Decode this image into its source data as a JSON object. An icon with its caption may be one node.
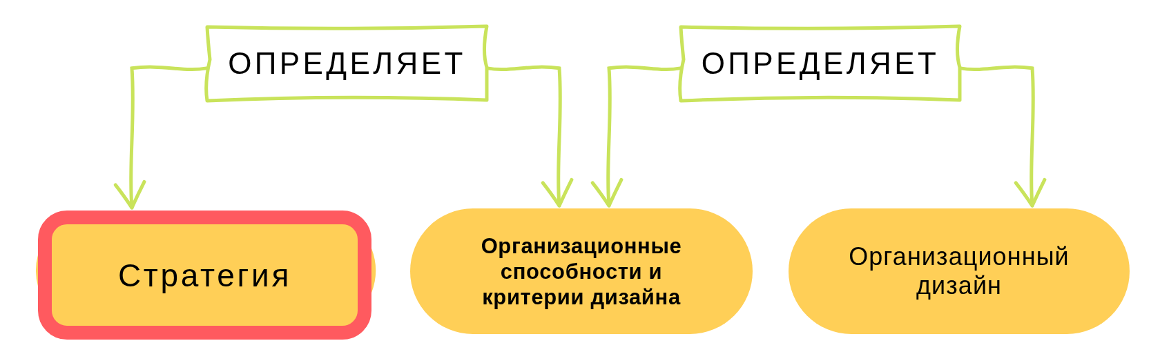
{
  "diagram": {
    "nodes": [
      {
        "text": [
          "ОПРЕДЕЛЯЕТ"
        ]
      },
      {
        "text": [
          "ОПРЕДЕЛЯЕТ"
        ]
      },
      {
        "text": [
          "Стратегия"
        ]
      },
      {
        "text": [
          "Организационные способности и критерии дизайна"
        ]
      },
      {
        "text": [
          "Организационный дизайн"
        ]
      }
    ],
    "edges": [
      {
        "from": 0,
        "to": 2,
        "arrow": "to"
      },
      {
        "from": 0,
        "to": 3,
        "arrow": "to"
      },
      {
        "from": 1,
        "to": 3,
        "arrow": "to"
      },
      {
        "from": 1,
        "to": 4,
        "arrow": "to"
      }
    ]
  }
}
